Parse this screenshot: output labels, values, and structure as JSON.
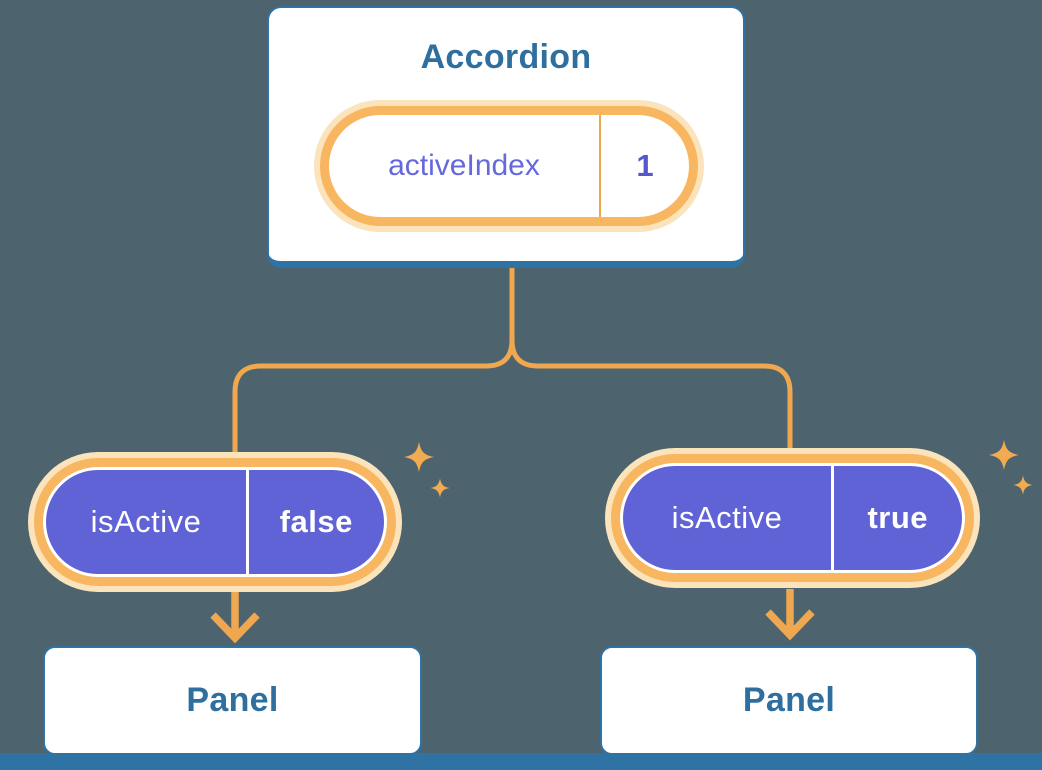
{
  "diagram": {
    "accordion": {
      "title": "Accordion",
      "state_pill": {
        "label": "activeIndex",
        "value": "1"
      }
    },
    "branches": [
      {
        "prop_pill": {
          "label": "isActive",
          "value": "false"
        },
        "panel_label": "Panel"
      },
      {
        "prop_pill": {
          "label": "isActive",
          "value": "true"
        },
        "panel_label": "Panel"
      }
    ],
    "icons": {
      "sparkles": "sparkles-icon",
      "arrow": "arrow-down-icon"
    },
    "colors": {
      "background": "#4D646E",
      "node_border_blue": "#2F73A4",
      "node_text_blue": "#2F6F9F",
      "connector_orange": "#F0A850",
      "pill_ring_orange": "#F7B65F",
      "pill_glow": "#FBE3BB",
      "sparkle": "#F3AB52",
      "pill_purple": "#6063D5",
      "state_text_purple": "#6569DC",
      "state_value_purple": "#5457CE",
      "white": "#FFFFFF"
    }
  }
}
